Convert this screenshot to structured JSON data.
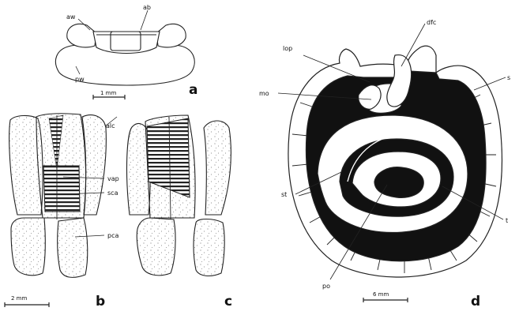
{
  "figure": {
    "panel_labels": {
      "a": "a",
      "b": "b",
      "c": "c",
      "d": "d"
    },
    "labels": {
      "aw": "aw",
      "ab": "ab",
      "pw": "pw",
      "alc": "alc",
      "vap": "vap",
      "sca": "sca",
      "pca": "pca",
      "dfc": "dfc",
      "lop": "lop",
      "mo": "mo",
      "s": "s",
      "st": "st",
      "t": "t",
      "po": "po"
    },
    "scale_bars": {
      "a": "1 mm",
      "b": "2 mm",
      "d": "6 mm"
    }
  }
}
